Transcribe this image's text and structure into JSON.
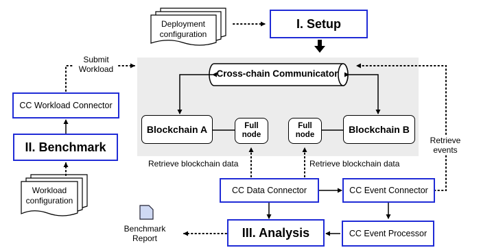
{
  "setup": {
    "label": "I. Setup"
  },
  "benchmark": {
    "label": "II. Benchmark"
  },
  "analysis": {
    "label": "III. Analysis"
  },
  "communicator": {
    "label": "Cross-chain Communicator"
  },
  "blockchain_a": {
    "label": "Blockchain A"
  },
  "blockchain_b": {
    "label": "Blockchain B"
  },
  "full_node_left": {
    "line1": "Full",
    "line2": "node"
  },
  "full_node_right": {
    "line1": "Full",
    "line2": "node"
  },
  "workload_connector": {
    "label": "CC Workload Connector"
  },
  "data_connector": {
    "label": "CC Data Connector"
  },
  "event_connector": {
    "label": "CC Event Connector"
  },
  "event_processor": {
    "label": "CC Event Processor"
  },
  "deployment_doc": {
    "line1": "Deployment",
    "line2": "configuration"
  },
  "workload_doc": {
    "line1": "Workload",
    "line2": "configuration"
  },
  "labels": {
    "submit_line1": "Submit",
    "submit_line2": "Workload",
    "retrieve_data_left": "Retrieve blockchain data",
    "retrieve_data_right": "Retrieve blockchain data",
    "retrieve_events_line1": "Retrieve",
    "retrieve_events_line2": "events",
    "report_line1": "Benchmark",
    "report_line2": "Report"
  },
  "colors": {
    "phase_border": "#1f2bd6",
    "panel_bg": "#ececec",
    "report_icon": "#cfd9f3"
  }
}
